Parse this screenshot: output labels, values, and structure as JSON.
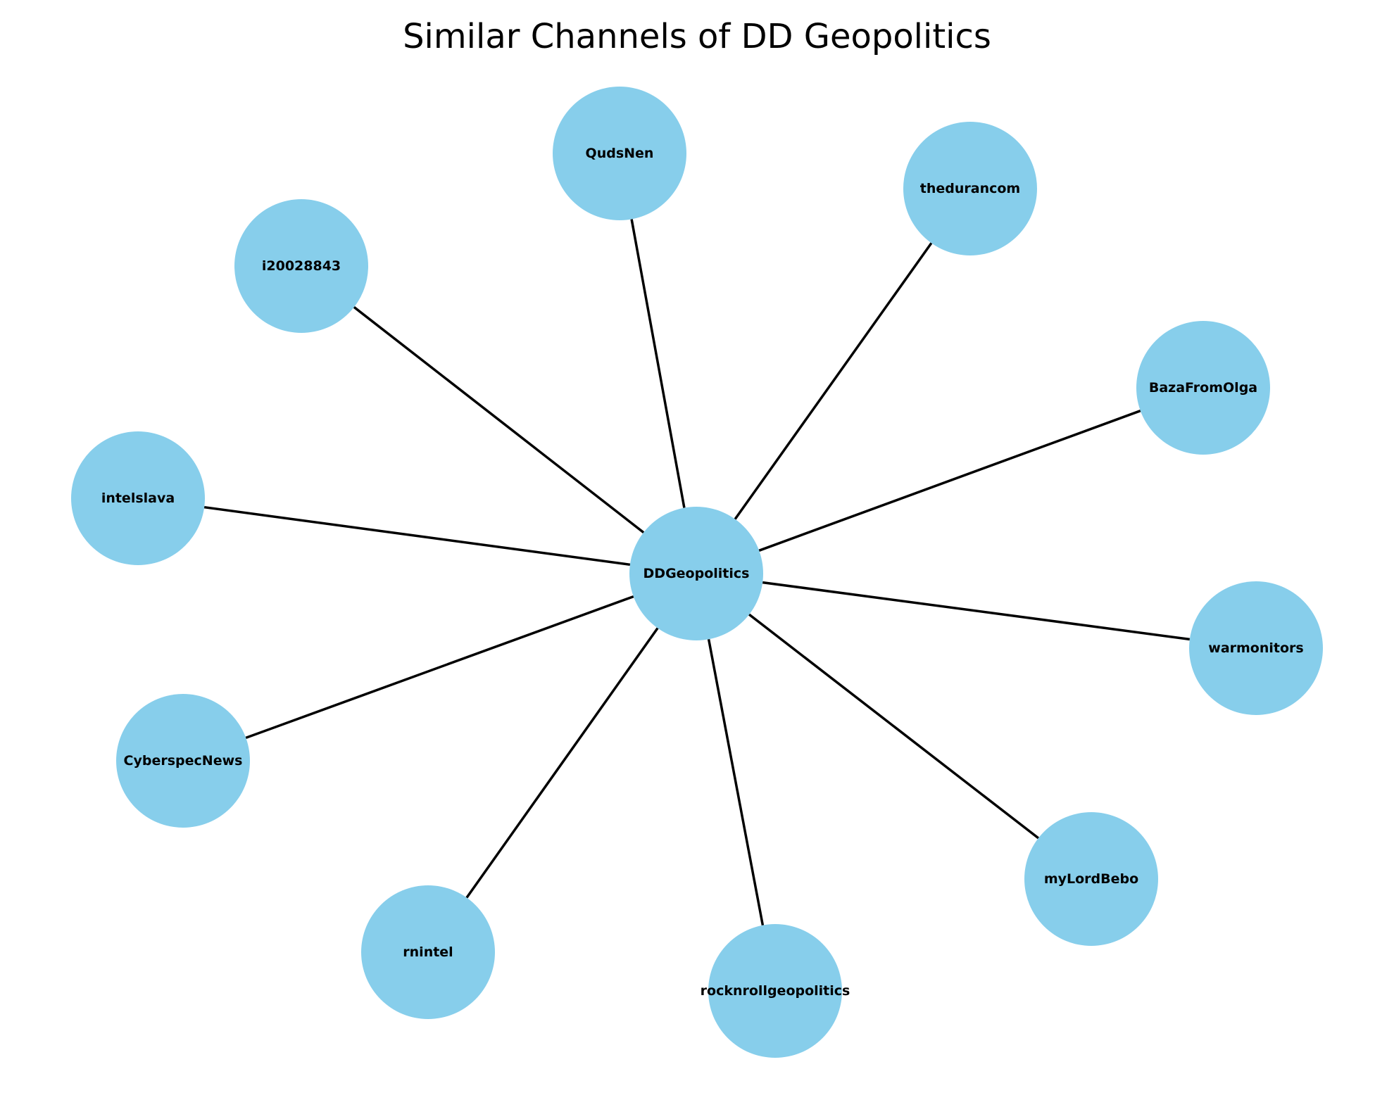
{
  "title": "Similar Channels of DD Geopolitics",
  "colors": {
    "node_fill": "#87CEEB",
    "edge": "#000000",
    "text": "#000000",
    "background": "#ffffff"
  },
  "center": {
    "id": "DDGeopolitics",
    "label": "DDGeopolitics"
  },
  "nodes": [
    {
      "id": "QudsNen",
      "label": "QudsNen"
    },
    {
      "id": "thedurancom",
      "label": "thedurancom"
    },
    {
      "id": "BazaFromOlga",
      "label": "BazaFromOlga"
    },
    {
      "id": "warmonitors",
      "label": "warmonitors"
    },
    {
      "id": "myLordBebo",
      "label": "myLordBebo"
    },
    {
      "id": "rocknrollgeopolitics",
      "label": "rocknrollgeopolitics"
    },
    {
      "id": "rnintel",
      "label": "rnintel"
    },
    {
      "id": "CyberspecNews",
      "label": "CyberspecNews"
    },
    {
      "id": "intelslava",
      "label": "intelslava"
    },
    {
      "id": "i20028843",
      "label": "i20028843"
    }
  ],
  "edges": [
    [
      "DDGeopolitics",
      "QudsNen"
    ],
    [
      "DDGeopolitics",
      "thedurancom"
    ],
    [
      "DDGeopolitics",
      "BazaFromOlga"
    ],
    [
      "DDGeopolitics",
      "warmonitors"
    ],
    [
      "DDGeopolitics",
      "myLordBebo"
    ],
    [
      "DDGeopolitics",
      "rocknrollgeopolitics"
    ],
    [
      "DDGeopolitics",
      "rnintel"
    ],
    [
      "DDGeopolitics",
      "CyberspecNews"
    ],
    [
      "DDGeopolitics",
      "intelslava"
    ],
    [
      "DDGeopolitics",
      "i20028843"
    ]
  ]
}
